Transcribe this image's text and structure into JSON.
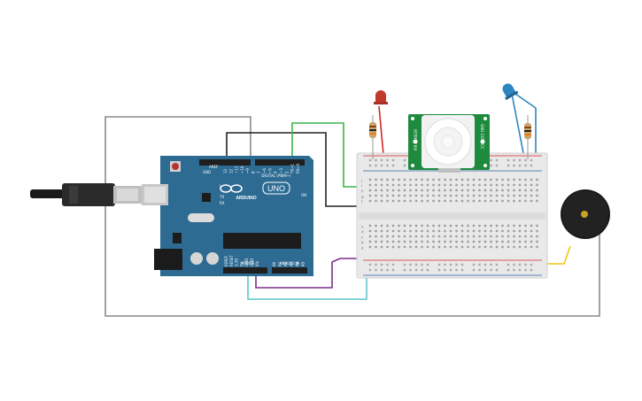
{
  "arduino": {
    "model_badge": "UNO",
    "brand": "ARDUINO",
    "digital_label": "DIGITAL (PWM~)",
    "power_label": "POWER",
    "analog_label": "ANALOG IN",
    "aref_label": "AREF",
    "gnd_label": "GND",
    "tx_label": "TX",
    "rx_label": "RX",
    "l_label": "L",
    "on_label": "ON",
    "digital_pins": [
      "13",
      "12",
      "~11",
      "~10",
      "~9",
      "8",
      "7",
      "~6",
      "~5",
      "4",
      "~3",
      "2",
      "TX→1",
      "RX←0"
    ],
    "power_pins": [
      "IOREF",
      "RESET",
      "3.3V",
      "5V",
      "GND",
      "GND",
      "Vin"
    ],
    "analog_pins": [
      "A0",
      "A1",
      "A2",
      "A3",
      "A4",
      "A5"
    ]
  },
  "pir": {
    "label_left": "PIR SENSOR",
    "label_right": "GND  OUT  VCC"
  },
  "breadboard": {
    "row_letters_top": [
      "j",
      "i",
      "h",
      "g",
      "f"
    ],
    "row_letters_bottom": [
      "e",
      "d",
      "c",
      "b",
      "a"
    ]
  },
  "colors": {
    "arduino_board": "#2d6b93",
    "breadboard": "#e9e9e9",
    "pir_board": "#1e8a3e",
    "wire_gray": "#8a8a8a",
    "wire_black": "#222222",
    "wire_green": "#3cb44b",
    "wire_purple": "#7b2d8b",
    "wire_cyan": "#5ec6c8",
    "wire_red": "#d62728",
    "wire_orange": "#e67e22",
    "wire_magenta": "#c0397a",
    "wire_yellow": "#f1c40f",
    "wire_blue": "#2e86c1",
    "led_red": "#c0392b",
    "led_blue": "#2e86c1"
  },
  "icons": {
    "usb_cable": "usb-cable-icon",
    "arduino_logo": "infinity-logo-icon",
    "buzzer": "piezo-buzzer-icon",
    "led": "led-icon",
    "resistor": "resistor-icon"
  }
}
